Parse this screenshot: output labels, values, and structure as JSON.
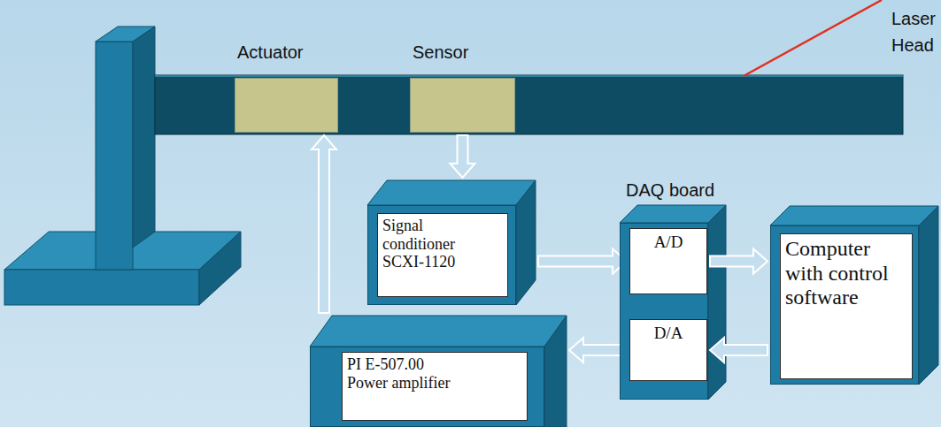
{
  "diagram": {
    "nodes": [
      {
        "text": [
          "Actuator"
        ]
      },
      {
        "text": [
          "Sensor"
        ]
      },
      {
        "text": [
          "Signal conditioner SCXI-1120"
        ]
      },
      {
        "text": [
          "DAQ board"
        ]
      },
      {
        "text": [
          "A/D"
        ],
        "in": 3
      },
      {
        "text": [
          "D/A"
        ],
        "in": 3
      },
      {
        "text": [
          "Computer with control software"
        ]
      },
      {
        "text": [
          "PI E-507.00 Power amplifier"
        ]
      }
    ],
    "edges": [
      {
        "from": 1,
        "to": 2,
        "arrow": "to"
      },
      {
        "from": 2,
        "to": 4,
        "arrow": "to"
      },
      {
        "from": 4,
        "to": 6,
        "arrow": "to"
      },
      {
        "from": 6,
        "to": 5,
        "arrow": "to"
      },
      {
        "from": 5,
        "to": 7,
        "arrow": "to"
      },
      {
        "from": 7,
        "to": 0,
        "arrow": "to"
      }
    ],
    "labels": [
      "Laser Head"
    ]
  }
}
